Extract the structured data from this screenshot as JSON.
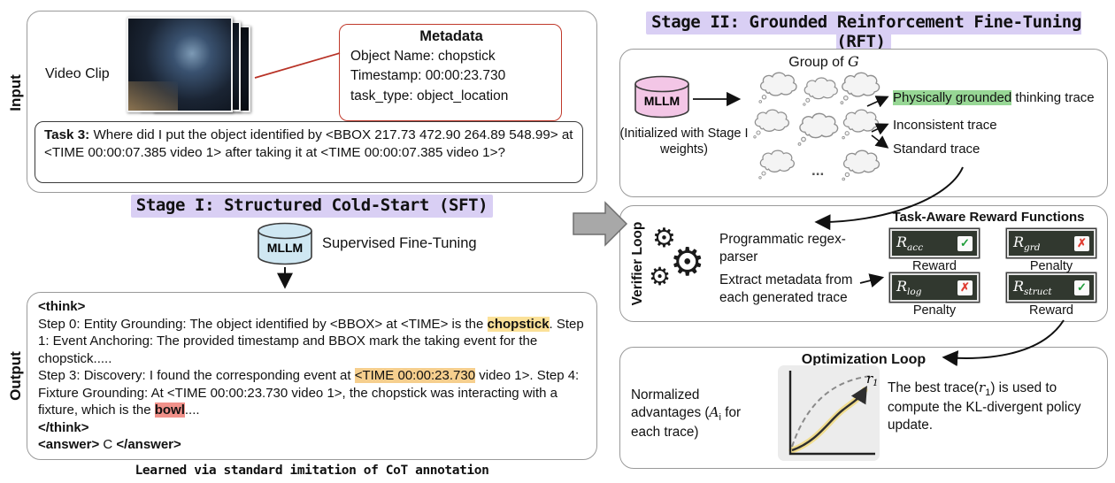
{
  "colors": {
    "stage_highlight": "#d9cff4",
    "grounded_highlight": "#97d795",
    "entity_highlight": "#fbe198",
    "time_highlight": "#f6cf8e",
    "fixture_highlight": "#f1918a",
    "metadata_border": "#c0392b",
    "mllm_blue": "#cfe7f2",
    "mllm_pink": "#f3c6e6",
    "check_green": "#1f9d3a",
    "cross_red": "#e03c31"
  },
  "input": {
    "section_label": "Input",
    "video_clip_label": "Video Clip",
    "metadata": {
      "title": "Metadata",
      "lines": [
        "Object Name: chopstick",
        "Timestamp: 00:00:23.730",
        "task_type: object_location"
      ]
    },
    "task": {
      "label": "Task 3:",
      "text": " Where did I put the object identified by <BBOX 217.73 472.90 264.89 548.99> at <TIME 00:00:07.385 video 1> after taking it at <TIME 00:00:07.385 video 1>?"
    }
  },
  "stage1": {
    "title": "Stage I: Structured Cold-Start (SFT)",
    "mllm_label": "MLLM",
    "sft_label": "Supervised Fine-Tuning",
    "caption": "Learned via standard imitation of CoT annotation"
  },
  "output": {
    "section_label": "Output",
    "think_open": "<think>",
    "step0_pre": "Step 0: Entity Grounding: The object identified by <BBOX> at <TIME> is the ",
    "entity": "chopstick",
    "step1": ". Step 1: Event Anchoring: The provided timestamp and BBOX mark the taking event for the chopstick.....",
    "step3_pre": "Step 3: Discovery: I found the corresponding event at ",
    "time_hl": "<TIME 00:00:23.730",
    "step4": " video 1>. Step 4: Fixture Grounding: At <TIME 00:00:23.730 video 1>, the chopstick was interacting with a fixture, which is the ",
    "fixture": "bowl",
    "tail": "....",
    "think_close": "</think>",
    "answer_open": "<answer>",
    "answer_value": " C ",
    "answer_close": "</answer>"
  },
  "stage2": {
    "title": "Stage II: Grounded Reinforcement Fine-Tuning (RFT)",
    "mllm_label": "MLLM",
    "init_label": "(Initialized with Stage I weights)",
    "group_pre": "Group of ",
    "group_var": "G",
    "traces": {
      "grounded_hl": "Physically grounded",
      "grounded_rest": " thinking trace",
      "inconsistent": "Inconsistent trace",
      "standard": "Standard trace"
    }
  },
  "verifier": {
    "section_label": "Verifier Loop",
    "parser_text": "Programmatic regex-parser",
    "extract_text": "Extract metadata from each generated trace",
    "rewards_title": "Task-Aware Reward Functions",
    "rewards": [
      {
        "sym": "R",
        "sub": "acc",
        "mark": "✓",
        "label": "Reward"
      },
      {
        "sym": "R",
        "sub": "grd",
        "mark": "✗",
        "label": "Penalty"
      },
      {
        "sym": "R",
        "sub": "log",
        "mark": "✗",
        "label": "Penalty"
      },
      {
        "sym": "R",
        "sub": "struct",
        "mark": "✓",
        "label": "Reward"
      }
    ]
  },
  "optimization": {
    "title": "Optimization Loop",
    "left_pre": "Normalized advantages (",
    "left_var": "A",
    "left_sub": "i",
    "left_post": " for each trace)",
    "curve_var": "r",
    "curve_sub": "1",
    "right_pre": "The best trace(",
    "right_var": "r",
    "right_sub": "1",
    "right_post": ") is used to compute the KL-divergent policy update."
  }
}
